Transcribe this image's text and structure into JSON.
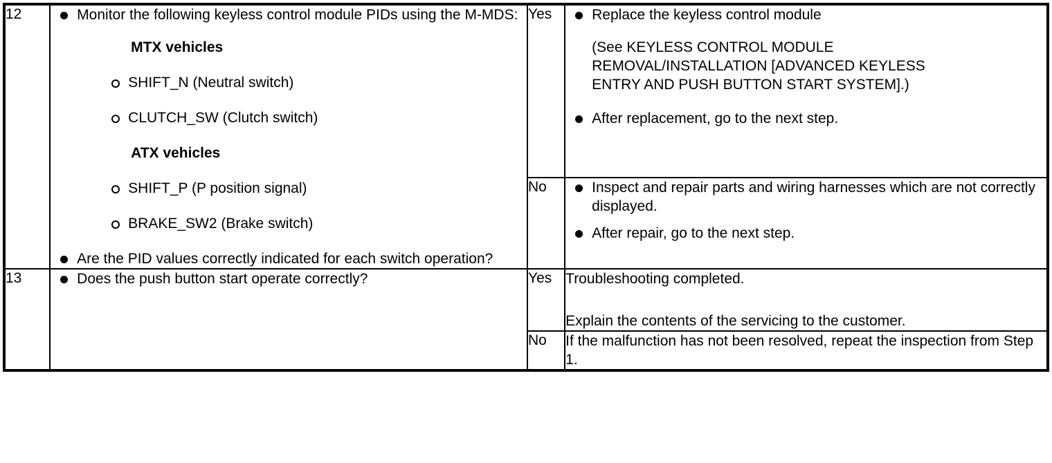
{
  "table": {
    "columns": [
      "step",
      "inspection",
      "result",
      "action"
    ],
    "rows": [
      {
        "step": "12",
        "inspection": {
          "lead_bullet": "Monitor the following keyless control module PIDs using the M-MDS:",
          "groups": [
            {
              "heading": "MTX vehicles",
              "items": [
                "SHIFT_N (Neutral switch)",
                "CLUTCH_SW (Clutch switch)"
              ]
            },
            {
              "heading": "ATX vehicles",
              "items": [
                "SHIFT_P (P position signal)",
                "BRAKE_SW2 (Brake switch)"
              ]
            }
          ],
          "question_bullet": "Are the PID values correctly indicated for each switch operation?"
        },
        "results": [
          {
            "label": "Yes",
            "bullets": [
              "Replace the keyless control module"
            ],
            "note_lines": [
              "(See KEYLESS CONTROL MODULE",
              "REMOVAL/INSTALLATION [ADVANCED KEYLESS",
              "ENTRY AND PUSH BUTTON START SYSTEM].)"
            ],
            "bullets_after": [
              "After replacement, go to the next step."
            ]
          },
          {
            "label": "No",
            "bullets": [
              "Inspect and repair parts and wiring harnesses which are not correctly displayed.",
              "After repair, go to the next step."
            ],
            "note_lines": [],
            "bullets_after": []
          }
        ]
      },
      {
        "step": "13",
        "inspection": {
          "lead_bullet": "Does the push button start operate correctly?",
          "groups": [],
          "question_bullet": ""
        },
        "results": [
          {
            "label": "Yes",
            "paragraphs": [
              "Troubleshooting completed.",
              "Explain the contents of the servicing to the customer."
            ]
          },
          {
            "label": "No",
            "paragraphs": [
              "If the malfunction has not been resolved, repeat the inspection from Step 1."
            ]
          }
        ]
      }
    ]
  }
}
